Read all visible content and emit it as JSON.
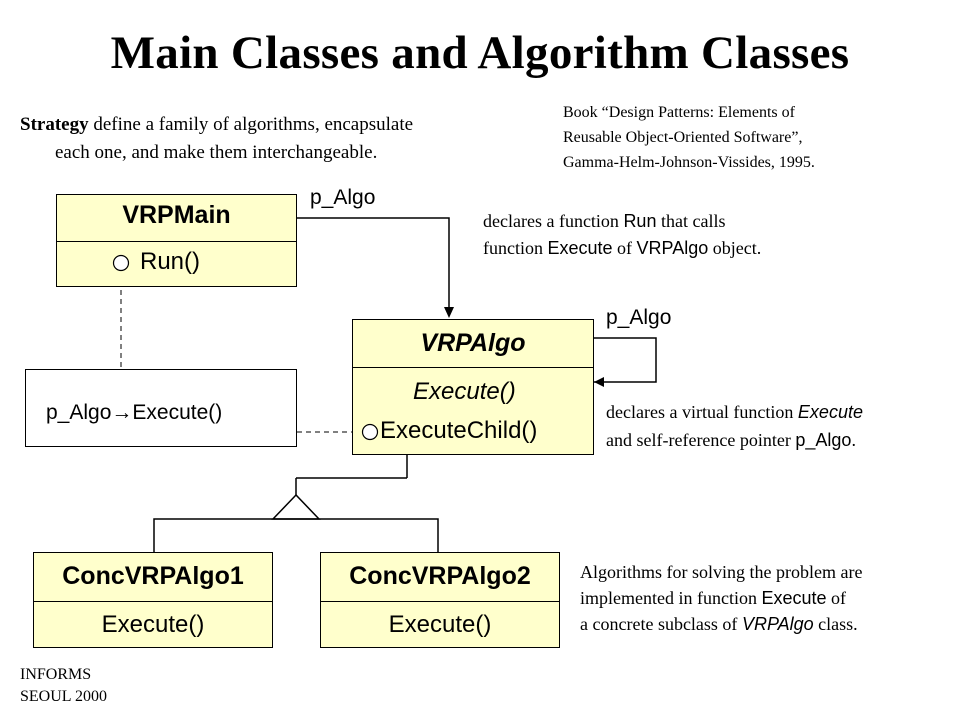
{
  "title": "Main Classes and Algorithm Classes",
  "strategy_note": {
    "term": "Strategy",
    "line1": "define a family of algorithms, encapsulate",
    "line2": "each one, and make them interchangeable."
  },
  "book_note": {
    "line1": "Book “Design Patterns: Elements of",
    "line2": "Reusable Object-Oriented Software”,",
    "line3": "Gamma-Helm-Johnson-Vissides,  1995."
  },
  "classes": {
    "vrpmain": {
      "name": "VRPMain",
      "op": "Run()"
    },
    "vrpalgo": {
      "name": "VRPAlgo",
      "op_abstract": "Execute()",
      "op_child": "ExecuteChild()"
    },
    "conc1": {
      "name": "ConcVRPAlgo1",
      "op": "Execute()"
    },
    "conc2": {
      "name": "ConcVRPAlgo2",
      "op": "Execute()"
    }
  },
  "note_box": {
    "text": "p_Algo→Execute()"
  },
  "assoc_labels": {
    "main_to_algo": "p_Algo",
    "self_ref": "p_Algo"
  },
  "run_note": {
    "l1_a": "declares a function ",
    "l1_b": "Run",
    "l1_c": " that calls",
    "l2_a": "function ",
    "l2_b": "Execute",
    "l2_c": " of ",
    "l2_d": "VRPAlgo",
    "l2_e": " object."
  },
  "virtual_note": {
    "l1_a": "declares a virtual function ",
    "l1_b": "Execute",
    "l2_a": "and self-reference pointer ",
    "l2_b": "p_Algo",
    "l2_c": "."
  },
  "algo_note": {
    "l1": "Algorithms for solving the problem are",
    "l2_a": "implemented in function ",
    "l2_b": "Execute",
    "l2_c": " of",
    "l3_a": "a concrete subclass of ",
    "l3_b": "VRPAlgo",
    "l3_c": " class."
  },
  "footer": {
    "line1": "INFORMS",
    "line2": "SEOUL 2000"
  },
  "colors": {
    "class_fill": "#ffffcc",
    "line": "#000000",
    "background": "#ffffff"
  }
}
